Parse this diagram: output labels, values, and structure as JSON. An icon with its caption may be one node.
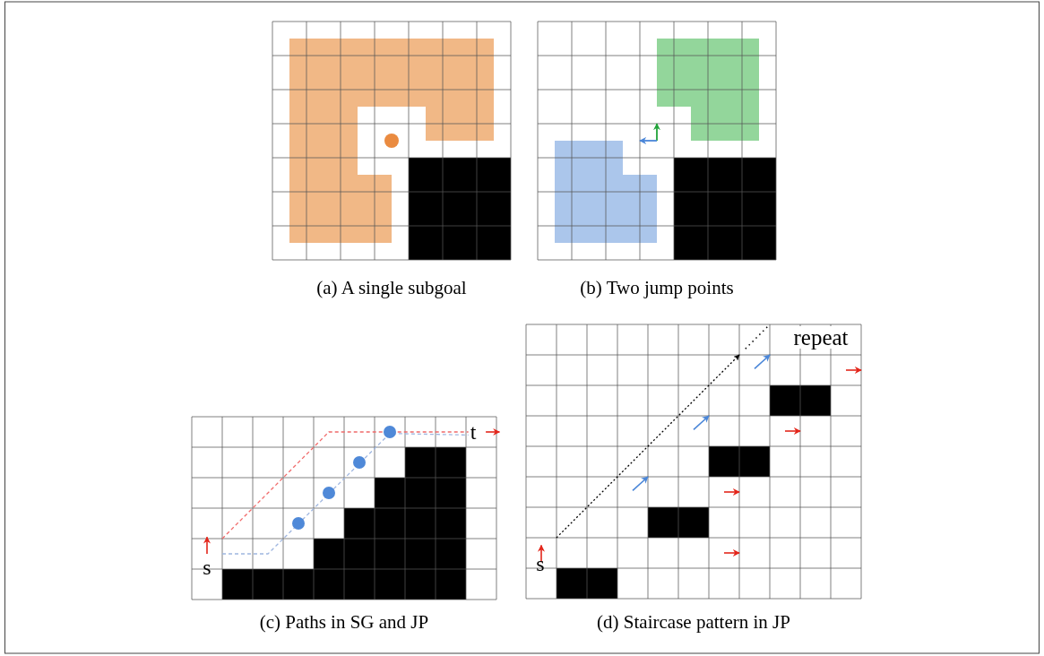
{
  "diagram": {
    "labels": [
      "(a) A single subgoal",
      "(b) Two jump points",
      "s",
      "t",
      "(c) Paths in SG and JP",
      "repeat",
      "s",
      "(d) Staircase pattern in JP"
    ]
  }
}
